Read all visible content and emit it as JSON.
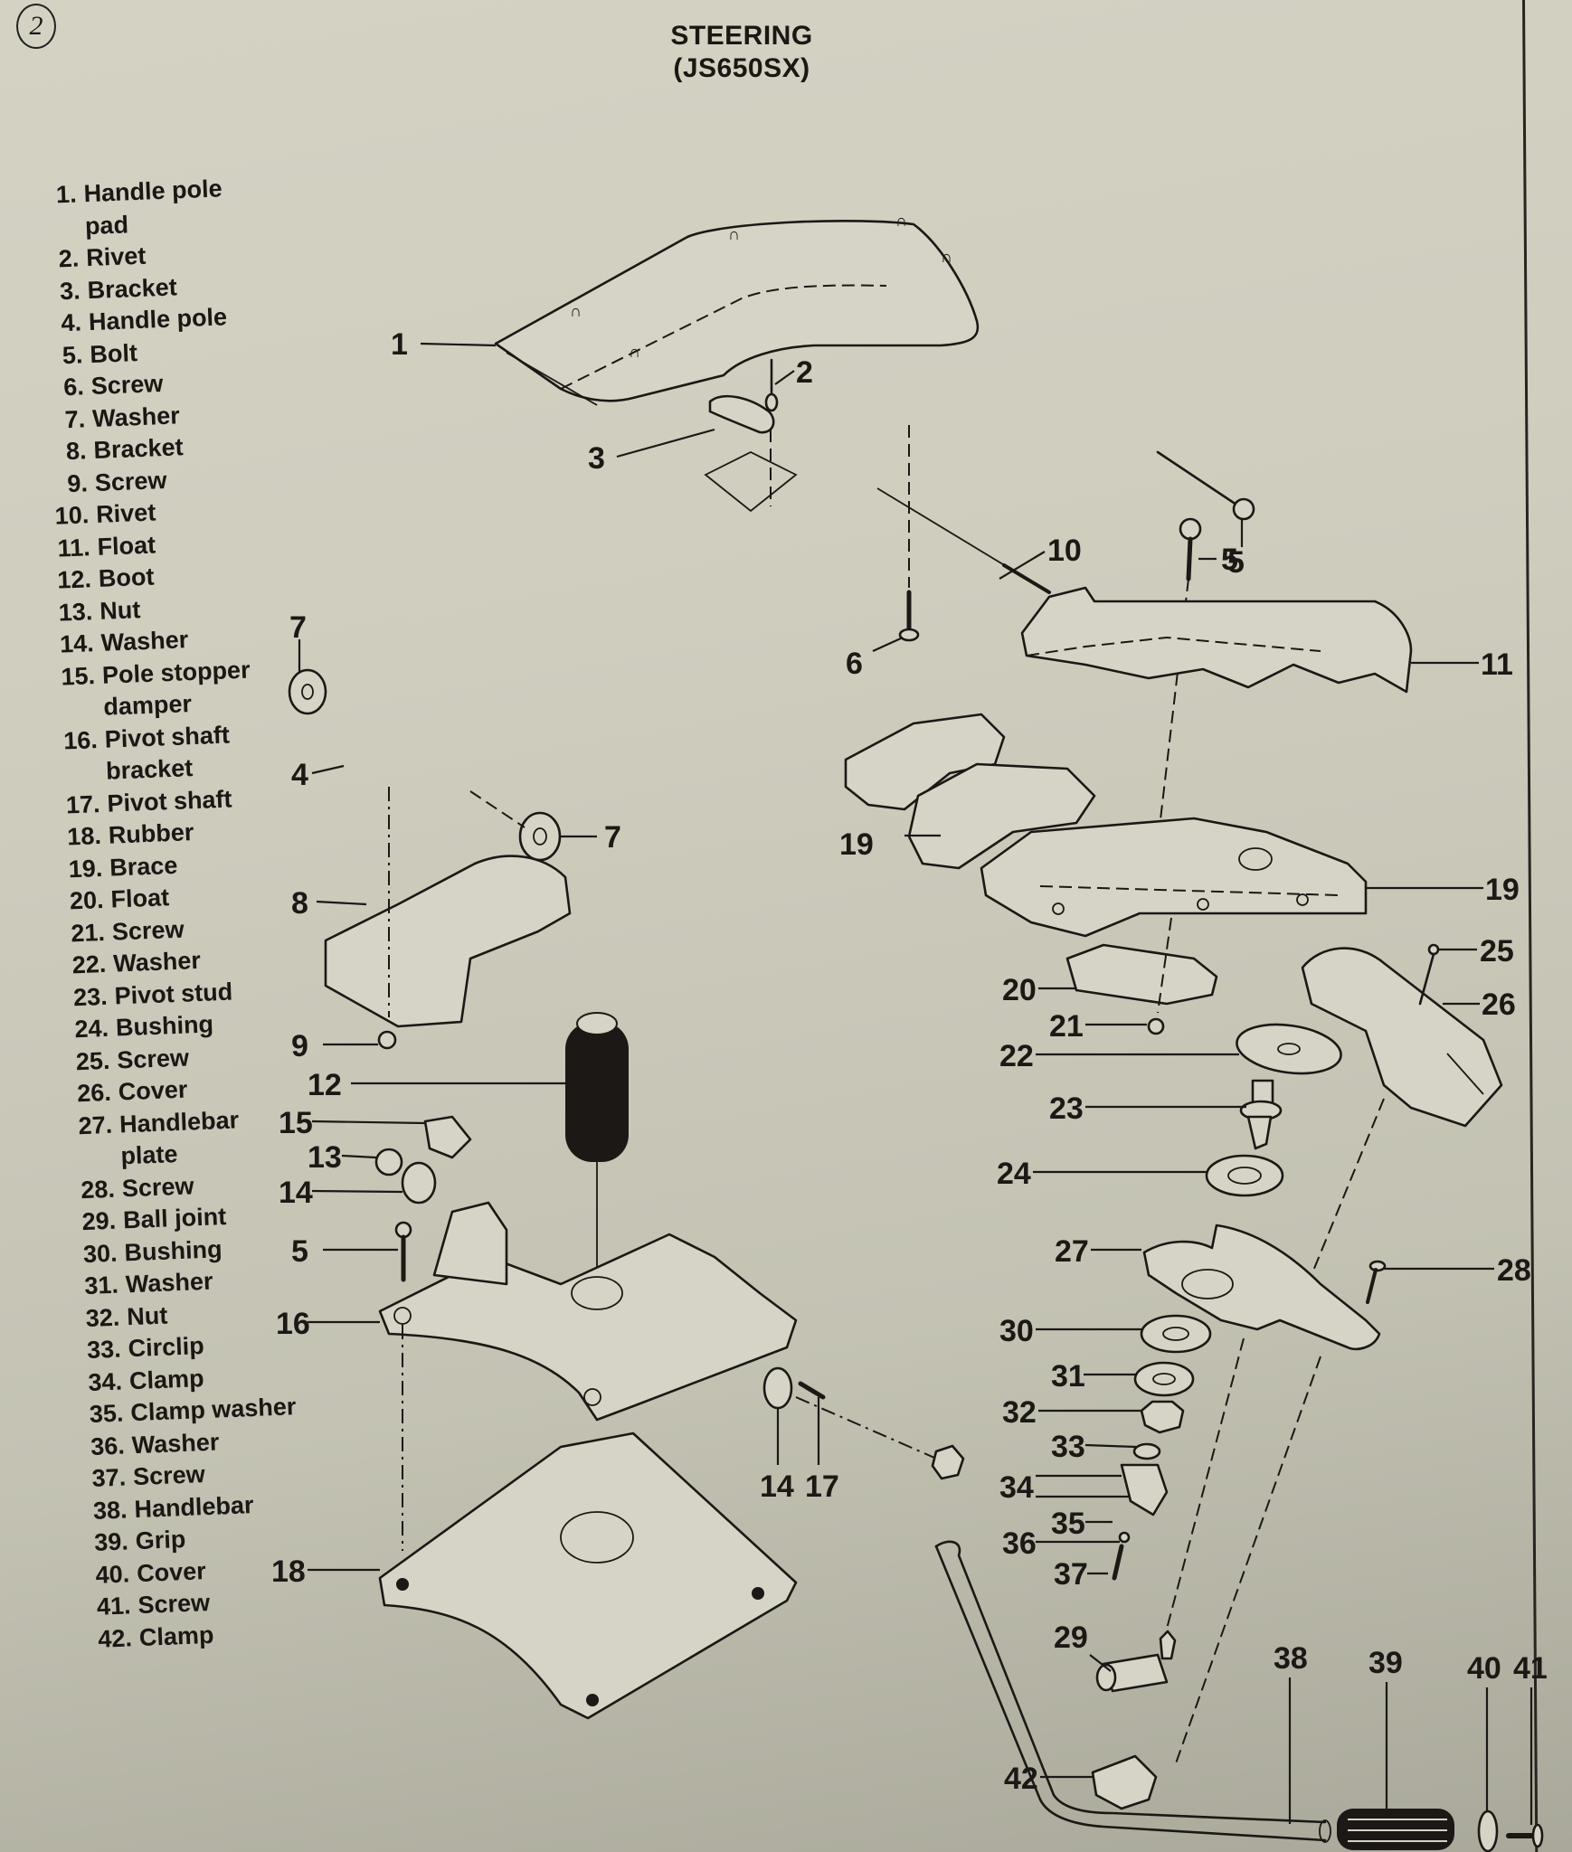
{
  "figure_number": "2",
  "title": {
    "line1": "STEERING",
    "line2": "(JS650SX)"
  },
  "parts_list": [
    {
      "num": "1.",
      "name": "Handle pole pad"
    },
    {
      "num": "2.",
      "name": "Rivet"
    },
    {
      "num": "3.",
      "name": "Bracket"
    },
    {
      "num": "4.",
      "name": "Handle pole"
    },
    {
      "num": "5.",
      "name": "Bolt"
    },
    {
      "num": "6.",
      "name": "Screw"
    },
    {
      "num": "7.",
      "name": "Washer"
    },
    {
      "num": "8.",
      "name": "Bracket"
    },
    {
      "num": "9.",
      "name": "Screw"
    },
    {
      "num": "10.",
      "name": "Rivet"
    },
    {
      "num": "11.",
      "name": "Float"
    },
    {
      "num": "12.",
      "name": "Boot"
    },
    {
      "num": "13.",
      "name": "Nut"
    },
    {
      "num": "14.",
      "name": "Washer"
    },
    {
      "num": "15.",
      "name": "Pole stopper damper"
    },
    {
      "num": "16.",
      "name": "Pivot shaft bracket"
    },
    {
      "num": "17.",
      "name": "Pivot shaft"
    },
    {
      "num": "18.",
      "name": "Rubber"
    },
    {
      "num": "19.",
      "name": "Brace"
    },
    {
      "num": "20.",
      "name": "Float"
    },
    {
      "num": "21.",
      "name": "Screw"
    },
    {
      "num": "22.",
      "name": "Washer"
    },
    {
      "num": "23.",
      "name": "Pivot stud"
    },
    {
      "num": "24.",
      "name": "Bushing"
    },
    {
      "num": "25.",
      "name": "Screw"
    },
    {
      "num": "26.",
      "name": "Cover"
    },
    {
      "num": "27.",
      "name": "Handlebar plate"
    },
    {
      "num": "28.",
      "name": "Screw"
    },
    {
      "num": "29.",
      "name": "Ball joint"
    },
    {
      "num": "30.",
      "name": "Bushing"
    },
    {
      "num": "31.",
      "name": "Washer"
    },
    {
      "num": "32.",
      "name": "Nut"
    },
    {
      "num": "33.",
      "name": "Circlip"
    },
    {
      "num": "34.",
      "name": "Clamp"
    },
    {
      "num": "35.",
      "name": "Clamp washer"
    },
    {
      "num": "36.",
      "name": "Washer"
    },
    {
      "num": "37.",
      "name": "Screw"
    },
    {
      "num": "38.",
      "name": "Handlebar"
    },
    {
      "num": "39.",
      "name": "Grip"
    },
    {
      "num": "40.",
      "name": "Cover"
    },
    {
      "num": "41.",
      "name": "Screw"
    },
    {
      "num": "42.",
      "name": "Clamp"
    }
  ],
  "callouts": {
    "c1": "1",
    "c2": "2",
    "c3": "3",
    "c4": "4",
    "c5a": "5",
    "c5b": "5",
    "c5c": "5",
    "c6": "6",
    "c7a": "7",
    "c7b": "7",
    "c8": "8",
    "c9": "9",
    "c10": "10",
    "c11": "11",
    "c12": "12",
    "c13": "13",
    "c14a": "14",
    "c14b": "14",
    "c15": "15",
    "c16": "16",
    "c17": "17",
    "c18": "18",
    "c19a": "19",
    "c19b": "19",
    "c20": "20",
    "c21": "21",
    "c22": "22",
    "c23": "23",
    "c24": "24",
    "c25": "25",
    "c26": "26",
    "c27": "27",
    "c28": "28",
    "c29": "29",
    "c30": "30",
    "c31": "31",
    "c32": "32",
    "c33": "33",
    "c34a": "34",
    "c34b": "34",
    "c35": "35",
    "c36": "36",
    "c37": "37",
    "c38": "38",
    "c39": "39",
    "c40": "40",
    "c41": "41",
    "c42": "42"
  }
}
